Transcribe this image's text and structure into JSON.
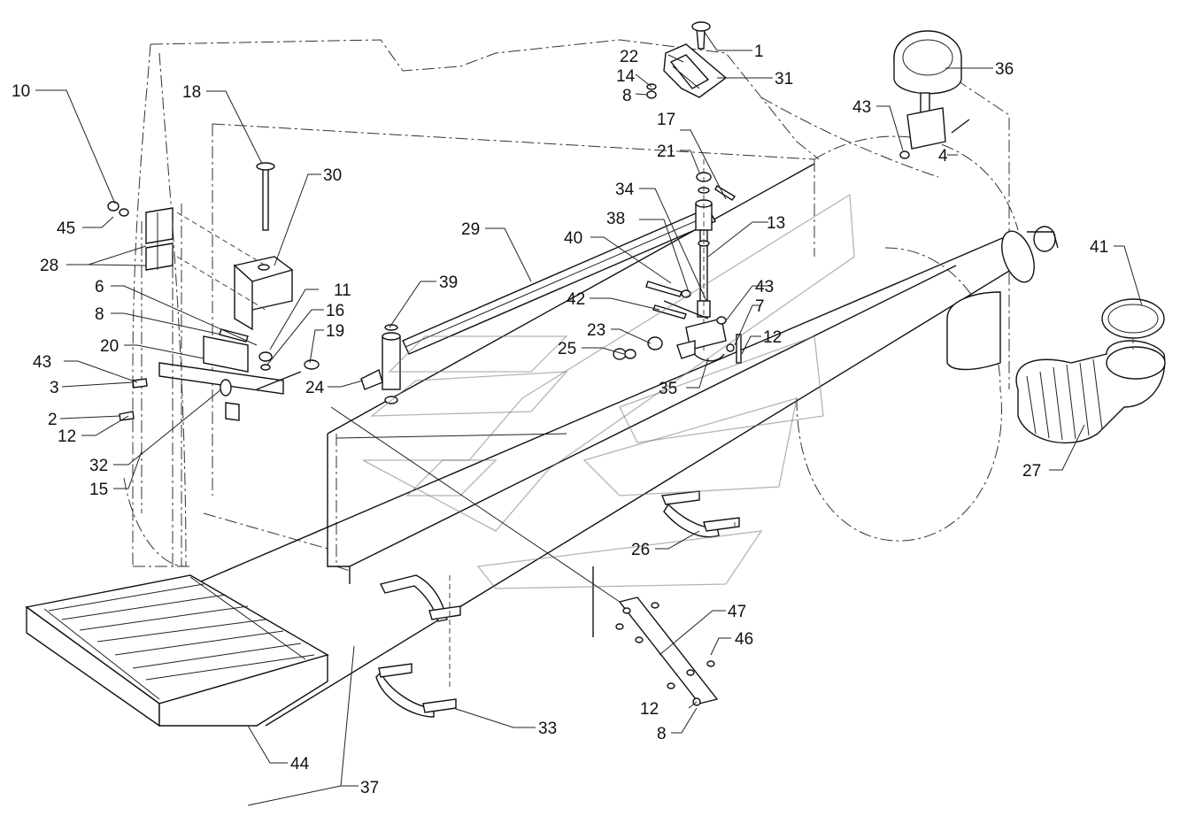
{
  "parts": [
    {
      "id": "1",
      "label": "1"
    },
    {
      "id": "22",
      "label": "22"
    },
    {
      "id": "14",
      "label": "14"
    },
    {
      "id": "8a",
      "label": "8"
    },
    {
      "id": "31",
      "label": "31"
    },
    {
      "id": "36",
      "label": "36"
    },
    {
      "id": "43a",
      "label": "43"
    },
    {
      "id": "4",
      "label": "4"
    },
    {
      "id": "17",
      "label": "17"
    },
    {
      "id": "21",
      "label": "21"
    },
    {
      "id": "34",
      "label": "34"
    },
    {
      "id": "38",
      "label": "38"
    },
    {
      "id": "40",
      "label": "40"
    },
    {
      "id": "13",
      "label": "13"
    },
    {
      "id": "10",
      "label": "10"
    },
    {
      "id": "18",
      "label": "18"
    },
    {
      "id": "30",
      "label": "30"
    },
    {
      "id": "45",
      "label": "45"
    },
    {
      "id": "28",
      "label": "28"
    },
    {
      "id": "29",
      "label": "29"
    },
    {
      "id": "39",
      "label": "39"
    },
    {
      "id": "6",
      "label": "6"
    },
    {
      "id": "11",
      "label": "11"
    },
    {
      "id": "16",
      "label": "16"
    },
    {
      "id": "8b",
      "label": "8"
    },
    {
      "id": "19",
      "label": "19"
    },
    {
      "id": "20",
      "label": "20"
    },
    {
      "id": "43b",
      "label": "43"
    },
    {
      "id": "3",
      "label": "3"
    },
    {
      "id": "2",
      "label": "2"
    },
    {
      "id": "12a",
      "label": "12"
    },
    {
      "id": "32",
      "label": "32"
    },
    {
      "id": "15",
      "label": "15"
    },
    {
      "id": "24",
      "label": "24"
    },
    {
      "id": "42",
      "label": "42"
    },
    {
      "id": "43c",
      "label": "43"
    },
    {
      "id": "7",
      "label": "7"
    },
    {
      "id": "23",
      "label": "23"
    },
    {
      "id": "12b",
      "label": "12"
    },
    {
      "id": "25",
      "label": "25"
    },
    {
      "id": "35",
      "label": "35"
    },
    {
      "id": "41",
      "label": "41"
    },
    {
      "id": "27",
      "label": "27"
    },
    {
      "id": "26",
      "label": "26"
    },
    {
      "id": "47",
      "label": "47"
    },
    {
      "id": "46",
      "label": "46"
    },
    {
      "id": "12c",
      "label": "12"
    },
    {
      "id": "8c",
      "label": "8"
    },
    {
      "id": "33",
      "label": "33"
    },
    {
      "id": "44",
      "label": "44"
    },
    {
      "id": "37",
      "label": "37"
    }
  ]
}
